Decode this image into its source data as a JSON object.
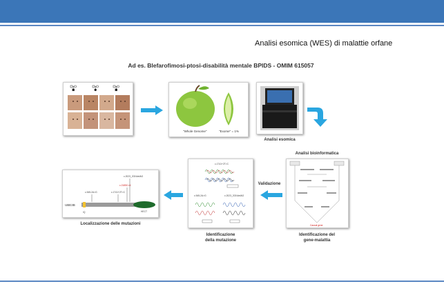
{
  "slide": {
    "subtitle": "Analisi esomica (WES) di malattie orfane",
    "main_title": "Ad es. Blefarofimosi-ptosi-disabilità mentale BPIDS - OMIM 615057"
  },
  "panels": {
    "apple": {
      "whole_label": "\"Whole Genome\"",
      "exome_label": "\"Exome\" = 1%"
    },
    "sequencer": {
      "caption": "Analisi esomica"
    },
    "bioinfo": {
      "caption_top": "Analisi bioinformatica",
      "caption_line1": "Identificazione del",
      "caption_line2": "gene-malattia",
      "red_label": "Causal gene"
    },
    "mutation_id": {
      "caption_line1": "Identificazione",
      "caption_line2": "della mutazione",
      "top_label": "c.1741+2T>C",
      "left_label": "c.545-2A>G",
      "right_label": "c.2023_2024delAG"
    },
    "localization": {
      "caption": "Localizzazione delle mutazioni",
      "gene_label": "UBE3B",
      "domain_iq": "IQ",
      "domain_hect": "HECT",
      "mut_1": "c.545-2A>G",
      "mut_2": "c.1741+2T>C",
      "mut_3": "c.2185C>A",
      "mut_4": "c.2023_2024delAG"
    },
    "validation": {
      "label": "Validazione"
    }
  },
  "colors": {
    "header_bar": "#3b76b8",
    "arrow": "#2aa6e0",
    "apple": "#8dc63f",
    "hect": "#1f6b2c",
    "iq": "#f2c12e",
    "mutation_red": "#d0201c"
  }
}
